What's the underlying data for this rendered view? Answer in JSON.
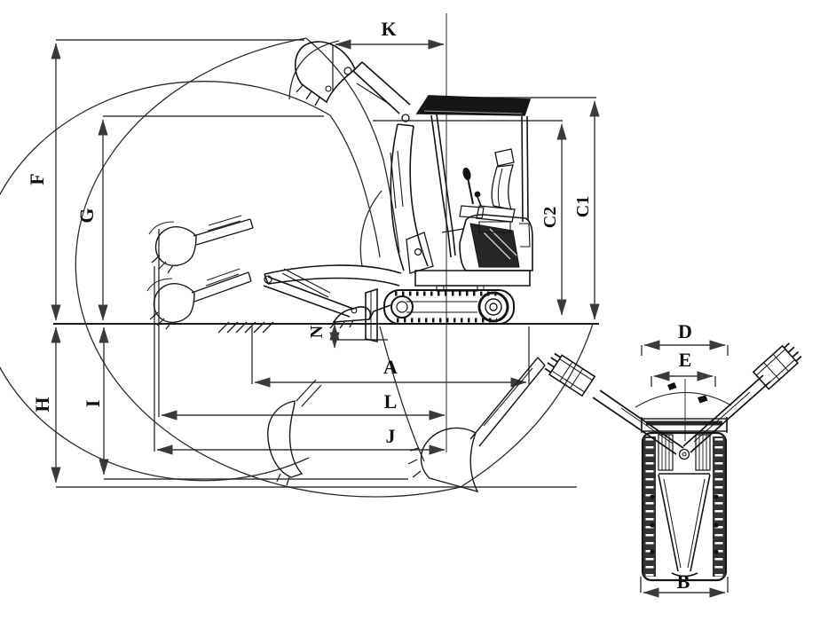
{
  "page": {
    "background": "#ffffff"
  },
  "diagram": {
    "line_color": "#141414",
    "dim_color": "#3a3a3a",
    "side_view_labels": [
      {
        "id": "F",
        "text": "F"
      },
      {
        "id": "G",
        "text": "G"
      },
      {
        "id": "H",
        "text": "H"
      },
      {
        "id": "I",
        "text": "I"
      },
      {
        "id": "K",
        "text": "K"
      },
      {
        "id": "C1",
        "text": "C1"
      },
      {
        "id": "C2",
        "text": "C2"
      },
      {
        "id": "N",
        "text": "N"
      },
      {
        "id": "A",
        "text": "A"
      },
      {
        "id": "L",
        "text": "L"
      },
      {
        "id": "J",
        "text": "J"
      }
    ],
    "top_view_labels": [
      {
        "id": "D",
        "text": "D"
      },
      {
        "id": "E",
        "text": "E"
      },
      {
        "id": "B",
        "text": "B"
      }
    ]
  }
}
